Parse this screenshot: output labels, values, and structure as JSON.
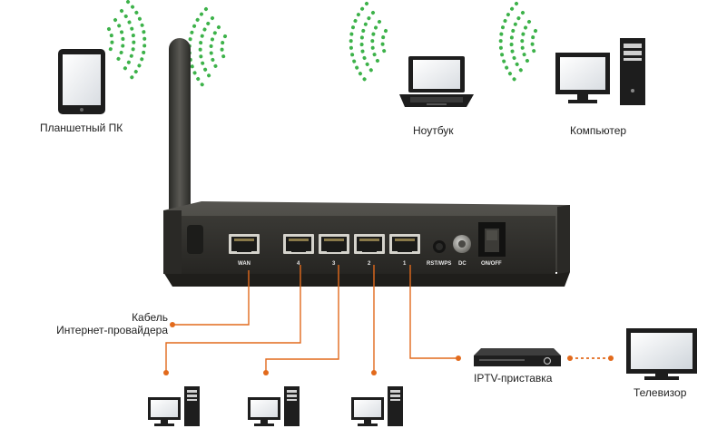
{
  "devices": {
    "tablet": "Планшетный ПК",
    "laptop": "Ноутбук",
    "computer": "Компьютер",
    "iptv": "IPTV-приставка",
    "tv": "Телевизор",
    "isp_cable_line1": "Кабель",
    "isp_cable_line2": "Интернет-провайдера"
  },
  "ports": {
    "wan": "WAN",
    "lan4": "4",
    "lan3": "3",
    "lan2": "2",
    "lan1": "1",
    "rst": "RST/WPS",
    "dc": "DC",
    "power": "ON/OFF"
  },
  "colors": {
    "wifi": "#3db24a",
    "cable": "#e26a1c",
    "router_body": "#3a3a36",
    "router_face": "#2c2c29"
  }
}
